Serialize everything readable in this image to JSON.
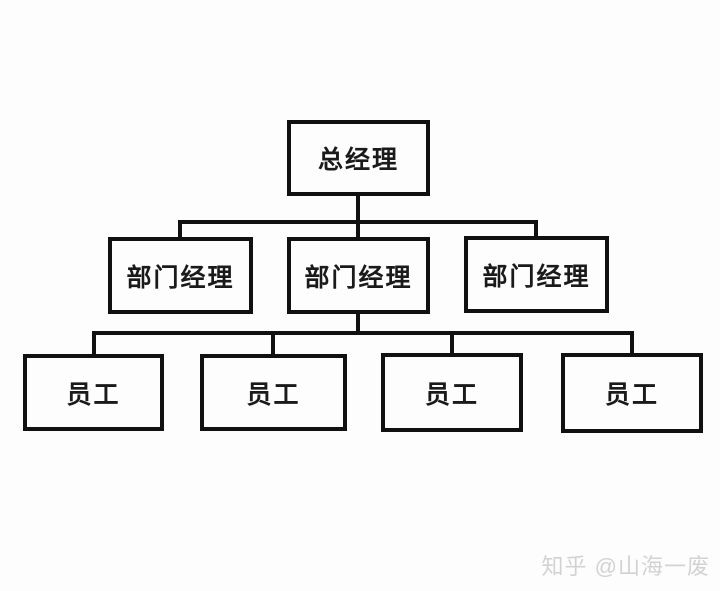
{
  "diagram": {
    "type": "org-chart",
    "nodes": {
      "gm": {
        "label": "总经理"
      },
      "managers": [
        {
          "label": "部门经理"
        },
        {
          "label": "部门经理"
        },
        {
          "label": "部门经理"
        }
      ],
      "employees": [
        {
          "label": "员工"
        },
        {
          "label": "员工"
        },
        {
          "label": "员工"
        },
        {
          "label": "员工"
        }
      ]
    },
    "colors": {
      "line": "#111111",
      "text": "#1a1a1a",
      "background": "#fdfdfd",
      "watermark": "#d2d2d2"
    }
  },
  "watermark": {
    "text": "知乎 @山海一废"
  }
}
